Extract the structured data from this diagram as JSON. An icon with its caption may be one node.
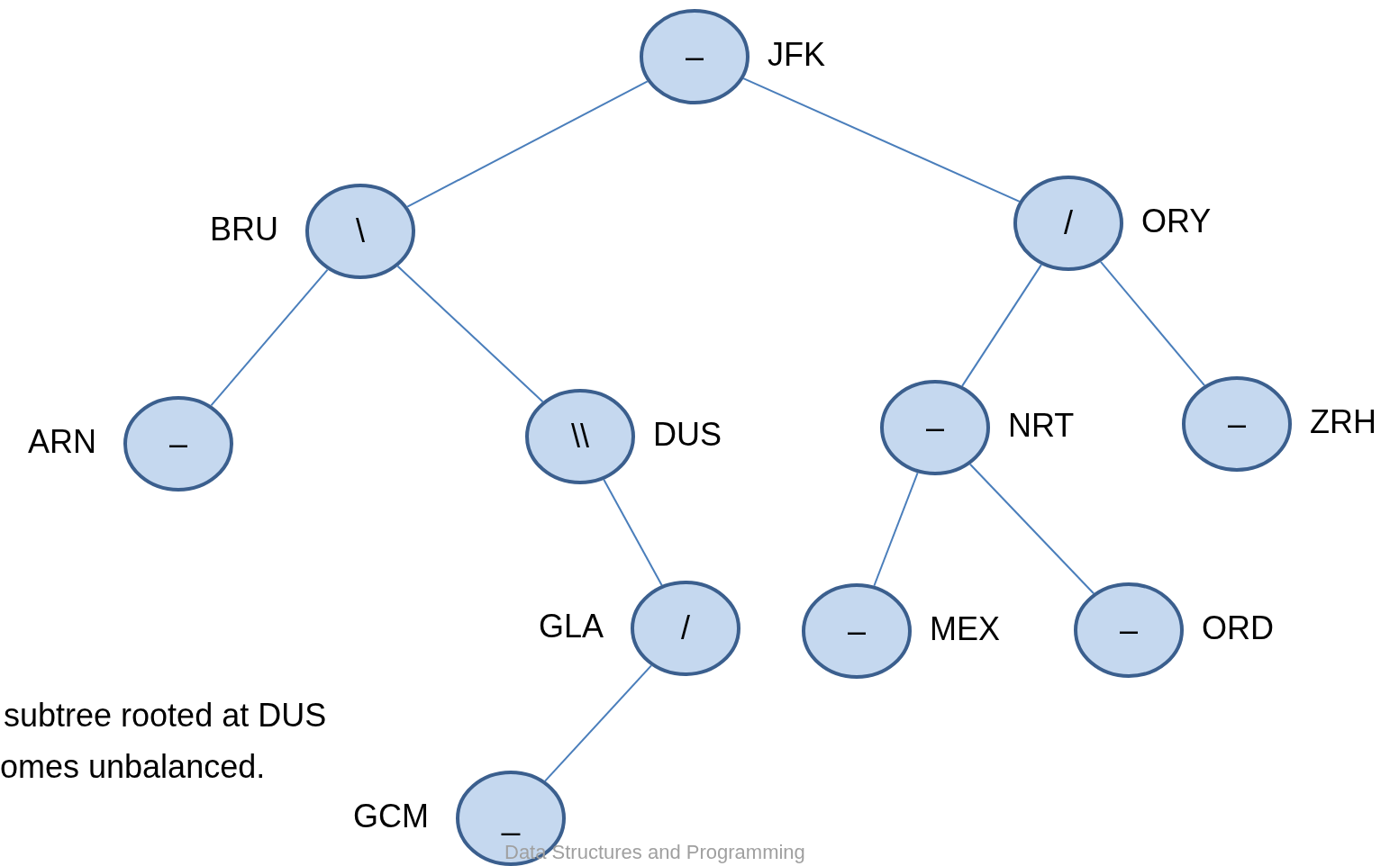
{
  "diagram": {
    "nodes": [
      {
        "text": [
          "–"
        ],
        "beside": [
          "JFK"
        ]
      },
      {
        "text": [
          "\\"
        ],
        "beside": [
          "BRU"
        ]
      },
      {
        "text": [
          "/"
        ],
        "beside": [
          "ORY"
        ]
      },
      {
        "text": [
          "–"
        ],
        "beside": [
          "ARN"
        ]
      },
      {
        "text": [
          "\\\\"
        ],
        "beside": [
          "DUS"
        ]
      },
      {
        "text": [
          "–"
        ],
        "beside": [
          "NRT"
        ]
      },
      {
        "text": [
          "–"
        ],
        "beside": [
          "ZRH"
        ]
      },
      {
        "text": [
          "/"
        ],
        "beside": [
          "GLA"
        ]
      },
      {
        "text": [
          "–"
        ],
        "beside": [
          "MEX"
        ]
      },
      {
        "text": [
          "–"
        ],
        "beside": [
          "ORD"
        ]
      },
      {
        "text": [
          "_"
        ],
        "beside": [
          "GCM"
        ]
      }
    ],
    "edges": [
      {
        "from": 0,
        "to": 1,
        "arrow": "none"
      },
      {
        "from": 0,
        "to": 2,
        "arrow": "none"
      },
      {
        "from": 1,
        "to": 3,
        "arrow": "none"
      },
      {
        "from": 1,
        "to": 4,
        "arrow": "none"
      },
      {
        "from": 2,
        "to": 5,
        "arrow": "none"
      },
      {
        "from": 2,
        "to": 6,
        "arrow": "none"
      },
      {
        "from": 4,
        "to": 7,
        "arrow": "none"
      },
      {
        "from": 5,
        "to": 8,
        "arrow": "none"
      },
      {
        "from": 5,
        "to": 9,
        "arrow": "none"
      },
      {
        "from": 7,
        "to": 10,
        "arrow": "none"
      }
    ],
    "labels": [
      "subtree rooted at DUS",
      "omes unbalanced.",
      "Data Structures and Programming"
    ]
  }
}
